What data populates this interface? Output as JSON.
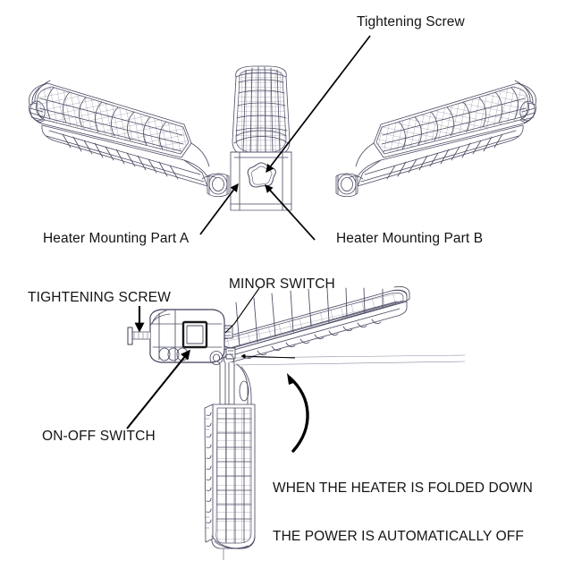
{
  "document": {
    "type": "technical-illustration",
    "subject": "Folding dual-panel heater assembly",
    "background_color": "#ffffff",
    "line_color": "#3a3a52",
    "annotation_color": "#141414"
  },
  "figures": [
    {
      "id": "figure-top",
      "view": "front view, heater panels unfolded / open",
      "callouts": [
        {
          "id": "lbl-tightening-screw-top",
          "text": "Tightening Screw",
          "case": "title",
          "leader": "arrow pointing down-left to star-shaped screw head on center mounting block"
        },
        {
          "id": "lbl-part-a",
          "text": "Heater Mounting Part A",
          "case": "title",
          "leader": "arrow pointing up-right to left side of center mounting block"
        },
        {
          "id": "lbl-part-b",
          "text": "Heater Mounting Part B",
          "case": "title",
          "leader": "arrow pointing up-left to right side of center mounting block"
        }
      ],
      "parts": [
        "left heater panel with wire mesh grille",
        "right heater panel with wire mesh grille",
        "central cylindrical motor/fan housing",
        "rectangular mounting block with star screw",
        "left pivot hinge barrel",
        "right pivot hinge barrel"
      ]
    },
    {
      "id": "figure-bottom",
      "view": "side view, one heater panel folded down",
      "callouts": [
        {
          "id": "lbl-tightening-screw-bot",
          "text": "TIGHTENING SCREW",
          "case": "upper",
          "leader": "short vertical down arrow to screw shaft on left of switch housing"
        },
        {
          "id": "lbl-minor-switch",
          "text": "MINOR SWITCH",
          "case": "upper",
          "leader": "thin line down-left to micro switch at panel hinge"
        },
        {
          "id": "lbl-onoff-switch",
          "text": "ON-OFF SWITCH",
          "case": "upper",
          "leader": "arrow pointing up-right to rectangular rocker switch on housing"
        },
        {
          "id": "lbl-folded-note",
          "case": "upper",
          "lines": [
            "WHEN THE HEATER IS FOLDED DOWN",
            "THE POWER IS AUTOMATICALLY OFF"
          ],
          "leader": "none"
        }
      ],
      "parts": [
        "switch housing body",
        "tightening screw shaft with knurled head",
        "rectangular on-off rocker switch",
        "minor (micro) safety switch at hinge",
        "upper heater panel extended to the right",
        "lower heater panel folded down vertically",
        "curved motion arrow showing fold-down rotation"
      ]
    }
  ]
}
